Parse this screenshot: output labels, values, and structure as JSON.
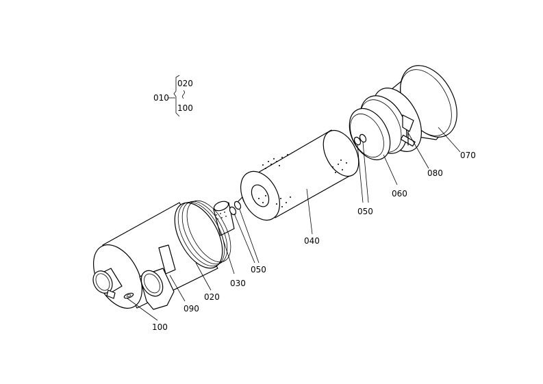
{
  "assembly": {
    "number": "010",
    "range_start": "020",
    "range_end": "100"
  },
  "callouts": [
    {
      "id": "label-020",
      "text": "020"
    },
    {
      "id": "label-030",
      "text": "030"
    },
    {
      "id": "label-040",
      "text": "040"
    },
    {
      "id": "label-050-left",
      "text": "050"
    },
    {
      "id": "label-050-right",
      "text": "050"
    },
    {
      "id": "label-060",
      "text": "060"
    },
    {
      "id": "label-070",
      "text": "070"
    },
    {
      "id": "label-080",
      "text": "080"
    },
    {
      "id": "label-090",
      "text": "090"
    },
    {
      "id": "label-100",
      "text": "100"
    }
  ]
}
